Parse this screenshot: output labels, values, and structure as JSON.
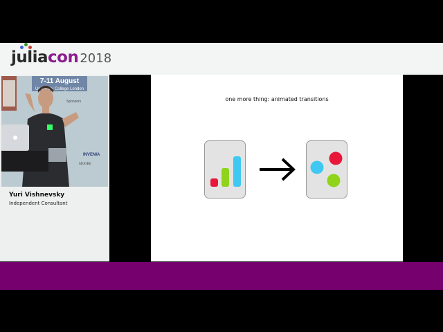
{
  "header": {
    "logo_julia": "julia",
    "logo_con": "con",
    "logo_year": "2018",
    "dot_colors": [
      "#4063d8",
      "#389826",
      "#cb3c33",
      "#9558b2"
    ]
  },
  "speaker": {
    "name": "Yuri Vishnevsky",
    "role": "Independent Consultant"
  },
  "video": {
    "banner_text": "7-11 August",
    "banner_sub": "University College London",
    "sponsors_label": "Sponsors",
    "sponsor_1": "INVENIA",
    "sponsor_2": "MOORE"
  },
  "slide": {
    "title": "one more thing: animated transitions",
    "bar_colors": [
      "#e8183a",
      "#8fd41b",
      "#3ec8f2"
    ],
    "bar_values": [
      0.27,
      0.62,
      1.0
    ],
    "circle_colors": [
      "#3ec8f2",
      "#e8183a",
      "#8fd41b"
    ],
    "arrow_icon": "arrow-right-icon"
  },
  "colors": {
    "brand_purple": "#77006f",
    "slide_background": "#ffffff",
    "card_fill": "#e3e3e3"
  }
}
